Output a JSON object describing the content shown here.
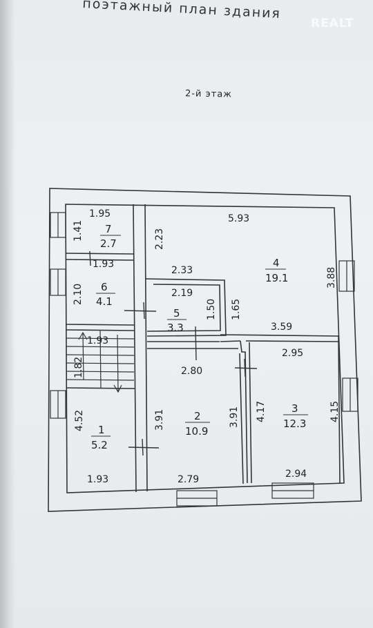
{
  "header": {
    "title": "поэтажный план здания",
    "watermark": "REALT",
    "floor_label": "2-й этаж"
  },
  "rooms": [
    {
      "id": "1",
      "number": "1",
      "area": "5.2",
      "dims": [
        "4.52",
        "1.93"
      ]
    },
    {
      "id": "2",
      "number": "2",
      "area": "10.9",
      "dims": [
        "2.80",
        "3.91",
        "3.91",
        "2.79"
      ]
    },
    {
      "id": "3",
      "number": "3",
      "area": "12.3",
      "dims": [
        "2.95",
        "4.17",
        "4.15",
        "2.94"
      ]
    },
    {
      "id": "4",
      "number": "4",
      "area": "19.1",
      "dims": [
        "5.93",
        "2.23",
        "2.33",
        "3.88",
        "3.59"
      ]
    },
    {
      "id": "5",
      "number": "5",
      "area": "3.3",
      "dims": [
        "2.19",
        "1.50",
        "1.65"
      ]
    },
    {
      "id": "6",
      "number": "6",
      "area": "4.1",
      "dims": [
        "2.10",
        "1.93"
      ]
    },
    {
      "id": "7",
      "number": "7",
      "area": "2.7",
      "dims": [
        "1.95",
        "1.41",
        "1.93"
      ]
    },
    {
      "id": "stair",
      "dims": [
        "1.93",
        "1.82"
      ]
    }
  ]
}
